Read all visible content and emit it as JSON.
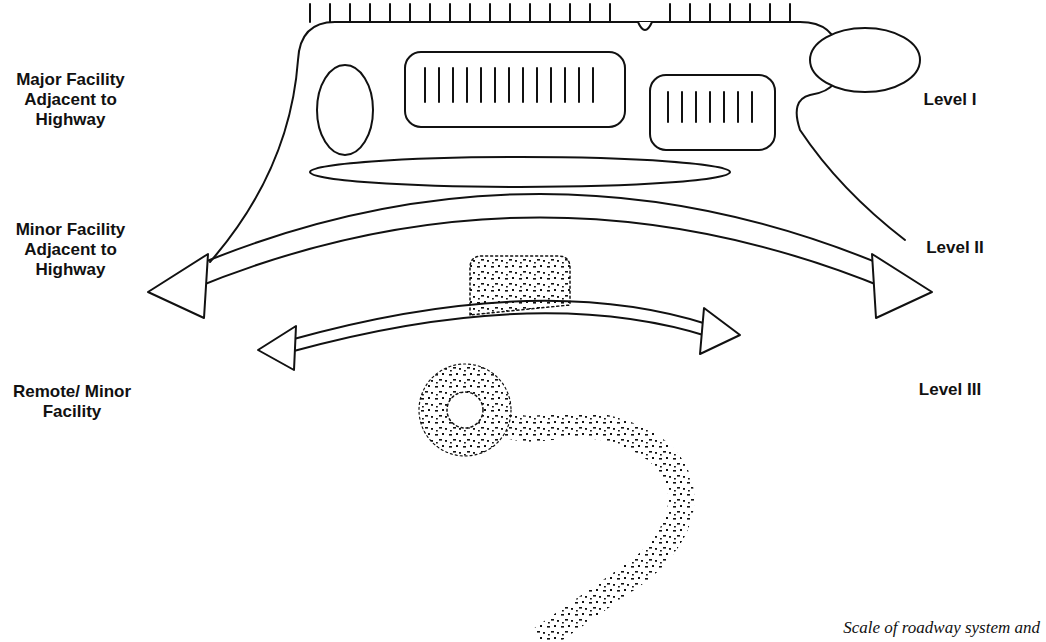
{
  "diagram": {
    "caption": "Scale of roadway system and",
    "labels": [
      "Major Facility Adjacent to Highway",
      "Level I",
      "Minor Facility Adjacent to Highway",
      "Level II",
      "Remote/ Minor Facility",
      "Level III"
    ]
  }
}
